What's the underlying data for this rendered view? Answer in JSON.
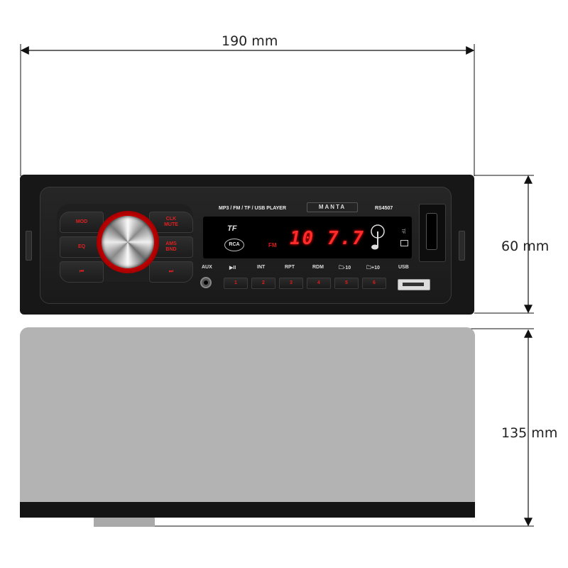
{
  "dimensions": {
    "width": "190 mm",
    "height": "60 mm",
    "depth": "135 mm"
  },
  "radio": {
    "header_label": "MP3 / FM / TF / USB PLAYER",
    "brand": "MANTA",
    "model": "RS4507",
    "left_buttons": [
      {
        "label": "MOD"
      },
      {
        "label": "EQ"
      },
      {
        "label": "⏮"
      }
    ],
    "right_buttons": [
      {
        "label": "CLK\nMUTE"
      },
      {
        "label": "AMS\nBND"
      },
      {
        "label": "⏭"
      }
    ],
    "display": {
      "tf_logo": "TF",
      "rca_logo": "RCA",
      "band": "FM",
      "frequency": "10 7.7",
      "side_label": "TF"
    },
    "functions": [
      "AUX",
      "▶II",
      "INT",
      "RPT",
      "RDM",
      "-10",
      "+10",
      "USB"
    ],
    "presets": [
      "1",
      "2",
      "3",
      "4",
      "5",
      "6"
    ]
  },
  "colors": {
    "accent_red": "#e21a1a",
    "chassis_gray": "#b3b3b3",
    "faceplate": "#171717"
  }
}
